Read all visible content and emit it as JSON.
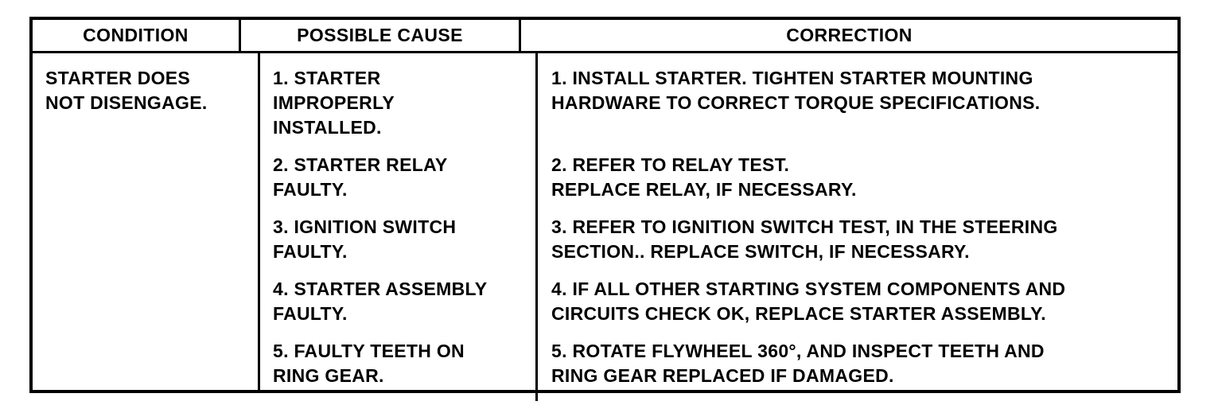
{
  "document": {
    "colors": {
      "background": "#ffffff",
      "border": "#000000",
      "text": "#000000"
    },
    "table": {
      "headers": [
        "CONDITION",
        "POSSIBLE CAUSE",
        "CORRECTION"
      ],
      "condition": "STARTER DOES\nNOT DISENGAGE.",
      "rows": [
        {
          "cause": "1. STARTER\nIMPROPERLY\nINSTALLED.",
          "correction": "1. INSTALL STARTER. TIGHTEN STARTER MOUNTING\nHARDWARE TO CORRECT TORQUE SPECIFICATIONS."
        },
        {
          "cause": "2. STARTER RELAY\nFAULTY.",
          "correction": "2. REFER TO RELAY TEST.\nREPLACE RELAY, IF NECESSARY."
        },
        {
          "cause": "3. IGNITION SWITCH\nFAULTY.",
          "correction": "3. REFER TO IGNITION SWITCH TEST, IN THE STEERING\nSECTION.. REPLACE SWITCH, IF NECESSARY."
        },
        {
          "cause": "4. STARTER ASSEMBLY\nFAULTY.",
          "correction": "4. IF ALL OTHER STARTING SYSTEM COMPONENTS AND\nCIRCUITS CHECK OK, REPLACE STARTER ASSEMBLY."
        },
        {
          "cause": "5. FAULTY TEETH ON\nRING GEAR.",
          "correction": "5. ROTATE FLYWHEEL 360°, AND INSPECT TEETH AND\nRING GEAR REPLACED IF DAMAGED."
        }
      ]
    }
  }
}
